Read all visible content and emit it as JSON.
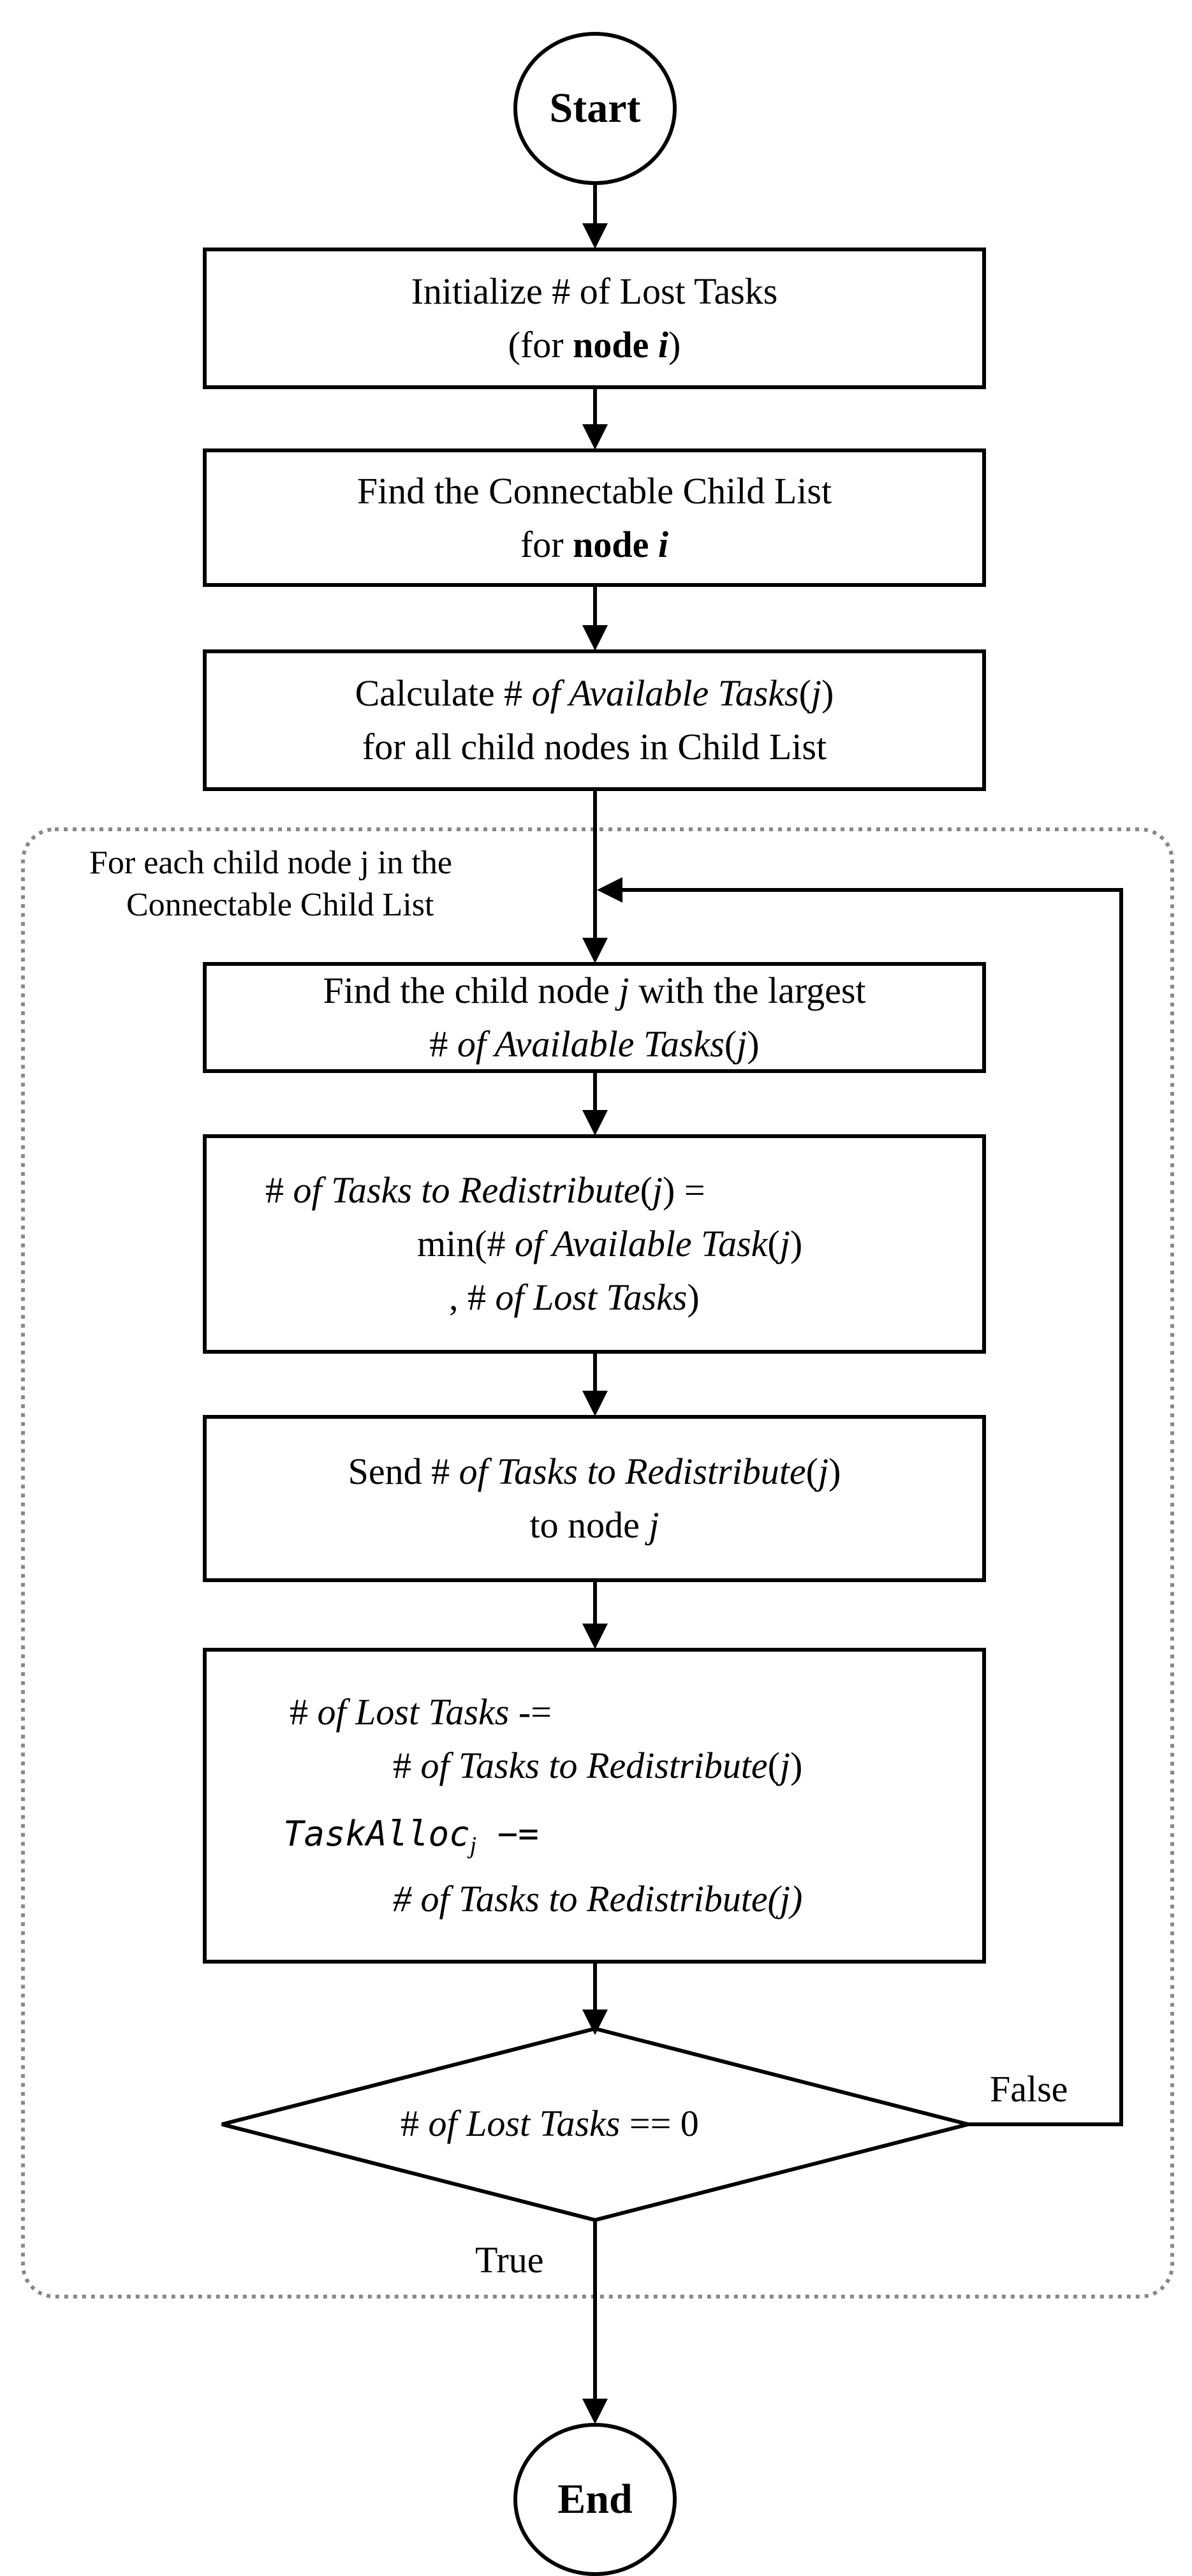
{
  "start": "Start",
  "end": "End",
  "init": {
    "line1": "Initialize # of Lost Tasks",
    "line2_pre": "(for ",
    "line2_bold": "node ",
    "line2_var": "i",
    "line2_post": ")"
  },
  "find_list": {
    "line1": "Find the Connectable Child List",
    "line2_pre": "for ",
    "line2_bold": "node ",
    "line2_var": "i"
  },
  "calc": {
    "line1_pre": "Calculate # ",
    "line1_italic": "of Available Tasks",
    "line1_paren": "(",
    "line1_var": "j",
    "line1_close": ")",
    "line2": "for all child nodes in Child List"
  },
  "loop_note": {
    "line1": "For each child node j in the",
    "line2": "Connectable Child List"
  },
  "find_largest": {
    "line1_pre": "Find the child node ",
    "line1_var": "j",
    "line1_post": " with the largest",
    "line2_pre": "# ",
    "line2_italic": "of Available Tasks",
    "line2_open": "(",
    "line2_var": "j",
    "line2_close": ")"
  },
  "redistribute": {
    "line1_pre": "# ",
    "line1_italic": "of Tasks to Redistribute",
    "line1_open": "(",
    "line1_var": "j",
    "line1_post": ") =",
    "line2_pre": "min(# ",
    "line2_italic": "of Available Task",
    "line2_open": "(",
    "line2_var": "j",
    "line2_close": ")",
    "line3_pre": ", # ",
    "line3_italic": "of Lost Tasks",
    "line3_close": ")"
  },
  "send": {
    "line1_pre": "Send # ",
    "line1_italic": "of Tasks to Redistribute",
    "line1_open": "(",
    "line1_var": "j",
    "line1_close": ")",
    "line2_pre": "to node ",
    "line2_var": "j"
  },
  "update": {
    "line1_pre": "# ",
    "line1_italic": "of Lost Tasks",
    "line1_op": " -=",
    "line2_pre": "# ",
    "line2_italic": "of Tasks to Redistribute",
    "line2_open": "(",
    "line2_var": "j",
    "line2_close": ")",
    "line3_var": "TaskAlloc",
    "line3_sub": "j",
    "line3_op": " −=",
    "line4": "# of Tasks to Redistribute(j)"
  },
  "decision": {
    "pre": "# ",
    "italic": "of Lost Tasks",
    "op": " ==  0"
  },
  "labels": {
    "false": "False",
    "true": "True"
  }
}
